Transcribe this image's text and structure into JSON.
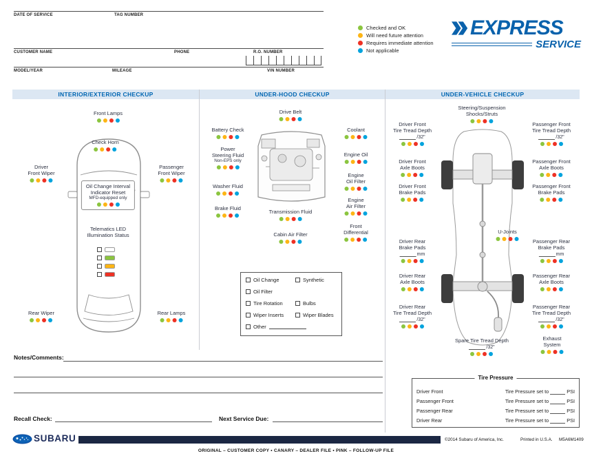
{
  "status_colors": [
    "#8bc53f",
    "#fdb515",
    "#ee3124",
    "#00a3dd"
  ],
  "header": {
    "fields": {
      "date_of_service": "DATE OF SERVICE",
      "tag_number": "TAG NUMBER",
      "customer_name": "CUSTOMER NAME",
      "phone": "PHONE",
      "ro_number": "R.O. NUMBER",
      "model_year": "MODEL/YEAR",
      "mileage": "MILEAGE",
      "vin_number": "VIN NUMBER"
    },
    "legend": [
      {
        "label": "Checked and OK"
      },
      {
        "label": "Will need future attention"
      },
      {
        "label": "Requires immediate attention"
      },
      {
        "label": "Not applicable"
      }
    ],
    "logo": {
      "express": "EXPRESS",
      "service": "SERVICE"
    }
  },
  "sections": {
    "interior": {
      "title": "INTERIOR/EXTERIOR CHECKUP",
      "telematics_led_colors": [
        "#ffffff",
        "#8bc53f",
        "#fdb515",
        "#ee3124"
      ],
      "items": {
        "front_lamps": {
          "lines": [
            "Front Lamps"
          ]
        },
        "check_horn": {
          "lines": [
            "Check Horn"
          ]
        },
        "driver_front_wiper": {
          "lines": [
            "Driver",
            "Front Wiper"
          ]
        },
        "passenger_front_wiper": {
          "lines": [
            "Passenger",
            "Front Wiper"
          ]
        },
        "oil_change_interval": {
          "lines": [
            "Oil Change Interval",
            "Indicator Reset"
          ],
          "note": "MFD-equipped only"
        },
        "telematics": {
          "lines": [
            "Telematics LED",
            "Illumination Status"
          ],
          "dots": false
        },
        "rear_wiper": {
          "lines": [
            "Rear Wiper"
          ]
        },
        "rear_lamps": {
          "lines": [
            "Rear Lamps"
          ]
        }
      }
    },
    "underhood": {
      "title": "UNDER-HOOD CHECKUP",
      "items": {
        "drive_belt": {
          "lines": [
            "Drive Belt"
          ]
        },
        "battery_check": {
          "lines": [
            "Battery Check"
          ]
        },
        "coolant": {
          "lines": [
            "Coolant"
          ]
        },
        "power_steering": {
          "lines": [
            "Power",
            "Steering Fluid"
          ],
          "note": "Non-EPS only"
        },
        "engine_oil": {
          "lines": [
            "Engine Oil"
          ]
        },
        "washer_fluid": {
          "lines": [
            "Washer Fluid"
          ]
        },
        "engine_oil_filter": {
          "lines": [
            "Engine",
            "Oil Filter"
          ]
        },
        "brake_fluid": {
          "lines": [
            "Brake Fluid"
          ]
        },
        "engine_air_filter": {
          "lines": [
            "Engine",
            "Air Filter"
          ]
        },
        "transmission_fluid": {
          "lines": [
            "Transmission Fluid"
          ]
        },
        "front_differential": {
          "lines": [
            "Front",
            "Differential"
          ]
        },
        "cabin_air_filter": {
          "lines": [
            "Cabin Air Filter"
          ]
        }
      },
      "services": [
        "Oil Change",
        "Synthetic",
        "Oil Filter",
        "Tire Rotation",
        "Bulbs",
        "Wiper Inserts",
        "Wiper Blades",
        "Other"
      ]
    },
    "undervehicle": {
      "title": "UNDER-VEHICLE CHECKUP",
      "items": {
        "steering": {
          "lines": [
            "Steering/Suspension",
            "Shocks/Struts"
          ]
        },
        "driver_front_tread": {
          "lines": [
            "Driver Front",
            "Tire Tread Depth"
          ],
          "unit": "/32\""
        },
        "passenger_front_tread": {
          "lines": [
            "Passenger Front",
            "Tire Tread Depth"
          ],
          "unit": "/32\""
        },
        "driver_front_axle": {
          "lines": [
            "Driver Front",
            "Axle Boots"
          ]
        },
        "passenger_front_axle": {
          "lines": [
            "Passenger Front",
            "Axle Boots"
          ]
        },
        "driver_front_brake": {
          "lines": [
            "Driver Front",
            "Brake Pads"
          ]
        },
        "passenger_front_brake": {
          "lines": [
            "Passenger Front",
            "Brake Pads"
          ]
        },
        "driver_rear_brake": {
          "lines": [
            "Driver Rear",
            "Brake Pads"
          ],
          "unit": "mm"
        },
        "passenger_rear_brake": {
          "lines": [
            "Passenger Rear",
            "Brake Pads"
          ],
          "unit": "mm"
        },
        "u_joints": {
          "lines": [
            "U-Joints"
          ]
        },
        "driver_rear_axle": {
          "lines": [
            "Driver Rear",
            "Axle Boots"
          ]
        },
        "passenger_rear_axle": {
          "lines": [
            "Passenger Rear",
            "Axle Boots"
          ]
        },
        "driver_rear_tread": {
          "lines": [
            "Driver Rear",
            "Tire Tread Depth"
          ],
          "unit": "/32\""
        },
        "passenger_rear_tread": {
          "lines": [
            "Passenger Rear",
            "Tire Tread Depth"
          ],
          "unit": "/32\""
        },
        "spare_tread": {
          "lines": [
            "Spare Tire Tread Depth"
          ],
          "unit": "/32\""
        },
        "exhaust": {
          "lines": [
            "Exhaust",
            "System"
          ]
        }
      },
      "tire_pressure": {
        "title": "Tire Pressure",
        "rows": [
          "Driver Front",
          "Passenger Front",
          "Passenger Rear",
          "Driver Rear"
        ],
        "set_text": "Tire Pressure set to",
        "unit": "PSI"
      }
    }
  },
  "bottom": {
    "notes_label": "Notes/Comments:",
    "recall_label": "Recall Check:",
    "next_service_label": "Next Service Due:"
  },
  "footer": {
    "brand": "SUBARU",
    "distribution": "ORIGINAL – CUSTOMER COPY • CANARY – DEALER FILE • PINK – FOLLOW-UP FILE",
    "copyright": "©2014 Subaru of America, Inc.",
    "printed": "Printed in U.S.A.",
    "form_number": "M5A6M1409"
  }
}
